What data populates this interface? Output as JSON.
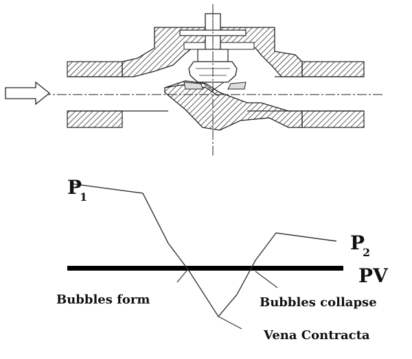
{
  "labels": {
    "p1": "P",
    "p1_sub": "1",
    "p2": "P",
    "p2_sub": "2",
    "pv": "PV",
    "bubbles_form": "Bubbles form",
    "bubbles_collapse": "Bubbles collapse",
    "vena_contracta": "Vena Contracta"
  },
  "colors": {
    "line": "#111111",
    "hatch": "#333333",
    "background": "#ffffff"
  },
  "icons": {
    "flow_arrow": "flow-direction-arrow"
  }
}
